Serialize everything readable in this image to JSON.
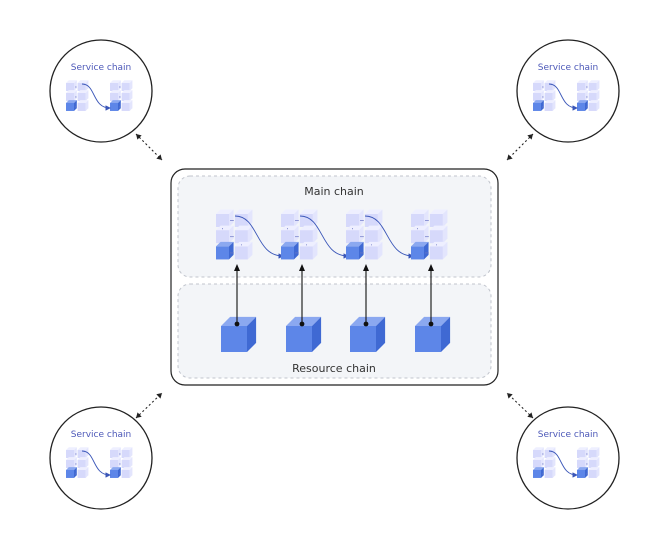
{
  "main": {
    "title": "Main chain",
    "resource_title": "Resource chain",
    "block_groups": 4,
    "resource_blocks": 4
  },
  "service_chains": [
    {
      "label": "Service chain"
    },
    {
      "label": "Service chain"
    },
    {
      "label": "Service chain"
    },
    {
      "label": "Service chain"
    }
  ],
  "colors": {
    "light_cube_top": "#eeefff",
    "light_cube_front": "#d6d9fb",
    "light_cube_side": "#e3e5fd",
    "dark_cube_front": "#5d86e8",
    "dark_cube_top": "#8ba8f0",
    "dark_cube_side": "#3f69d3",
    "label_blue": "#4c58b8",
    "connector": "#3a56b8",
    "panel_fill": "#f3f5f8",
    "panel_border": "#c0c4cc",
    "frame": "#222222"
  }
}
